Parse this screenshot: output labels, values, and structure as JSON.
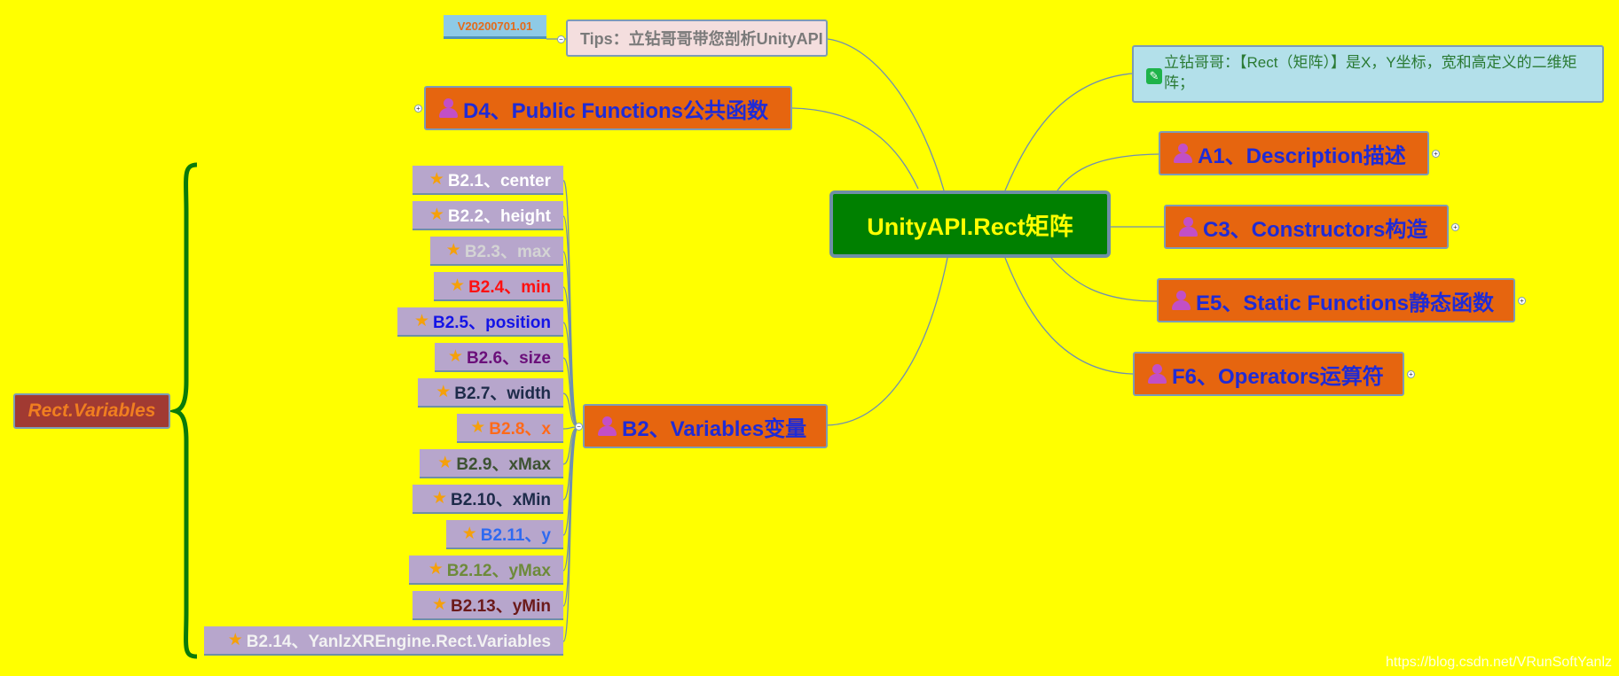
{
  "central": {
    "label": "UnityAPI.Rect矩阵"
  },
  "version_tag": "V20200701.01",
  "tips": "Tips：立钻哥哥带您剖析UnityAPI",
  "note": {
    "text": "立钻哥哥：【Rect（矩阵）】是X，Y坐标，宽和高定义的二维矩阵；",
    "icon": "edit-note-icon"
  },
  "branches": {
    "d4": "D4、Public Functions公共函数",
    "a1": "A1、Description描述",
    "c3": "C3、Constructors构造",
    "e5": "E5、Static Functions静态函数",
    "f6": "F6、Operators运算符",
    "b2": "B2、Variables变量"
  },
  "variables": [
    {
      "label": "B2.1、center",
      "color": "#ffffff"
    },
    {
      "label": "B2.2、height",
      "color": "#ffffff"
    },
    {
      "label": "B2.3、max",
      "color": "#d4d4d4"
    },
    {
      "label": "B2.4、min",
      "color": "#ff1010"
    },
    {
      "label": "B2.5、position",
      "color": "#1414e6"
    },
    {
      "label": "B2.6、size",
      "color": "#6b0f7a"
    },
    {
      "label": "B2.7、width",
      "color": "#1d2b4a"
    },
    {
      "label": "B2.8、x",
      "color": "#ff6a1a"
    },
    {
      "label": "B2.9、xMax",
      "color": "#3d5232"
    },
    {
      "label": "B2.10、xMin",
      "color": "#1d2b4a"
    },
    {
      "label": "B2.11、y",
      "color": "#2f6af0"
    },
    {
      "label": "B2.12、yMax",
      "color": "#6d8a3a"
    },
    {
      "label": "B2.13、yMin",
      "color": "#6b1a1a"
    },
    {
      "label": "B2.14、YanlzXREngine.Rect.Variables",
      "color": "#f2f2f2"
    }
  ],
  "summary": "Rect.Variables",
  "watermark": "https://blog.csdn.net/VRunSoftYanlz",
  "colors": {
    "background": "#ffff00",
    "central_fill": "#008000",
    "central_text": "#ffff00",
    "branch_fill": "#e6650f",
    "branch_text": "#1f2bd6",
    "connector": "#6f8fb0",
    "brace": "#0a7a0a"
  }
}
